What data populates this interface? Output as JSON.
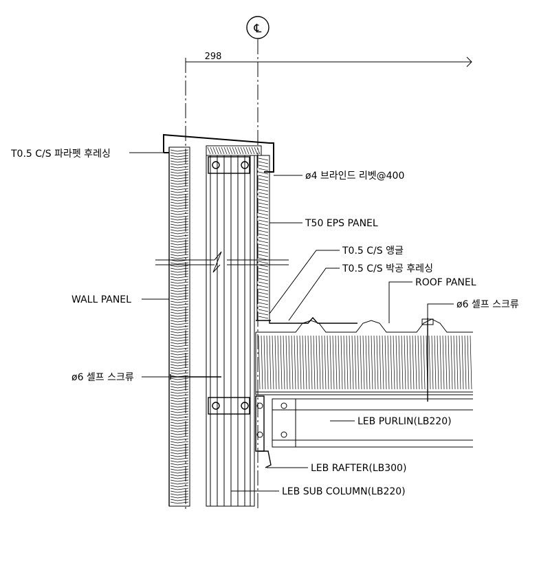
{
  "centerline_symbol": "℄",
  "dimension": "298",
  "labels": {
    "parapet_flashing": "T0.5 C/S 파라펫 후레싱",
    "blind_rivet": "ø4 브라인드 리벳@400",
    "eps_panel": "T50 EPS PANEL",
    "angle": "T0.5 C/S 앵글",
    "flashing": "T0.5 C/S 박공 후레싱",
    "roof_panel": "ROOF PANEL",
    "self_screw_roof": "ø6 셀프 스크류",
    "wall_panel": "WALL PANEL",
    "self_screw_wall": "ø6 셀프 스크류",
    "purlin": "LEB PURLIN(LB220)",
    "rafter": "LEB RAFTER(LB300)",
    "sub_column": "LEB SUB COLUMN(LB220)"
  }
}
